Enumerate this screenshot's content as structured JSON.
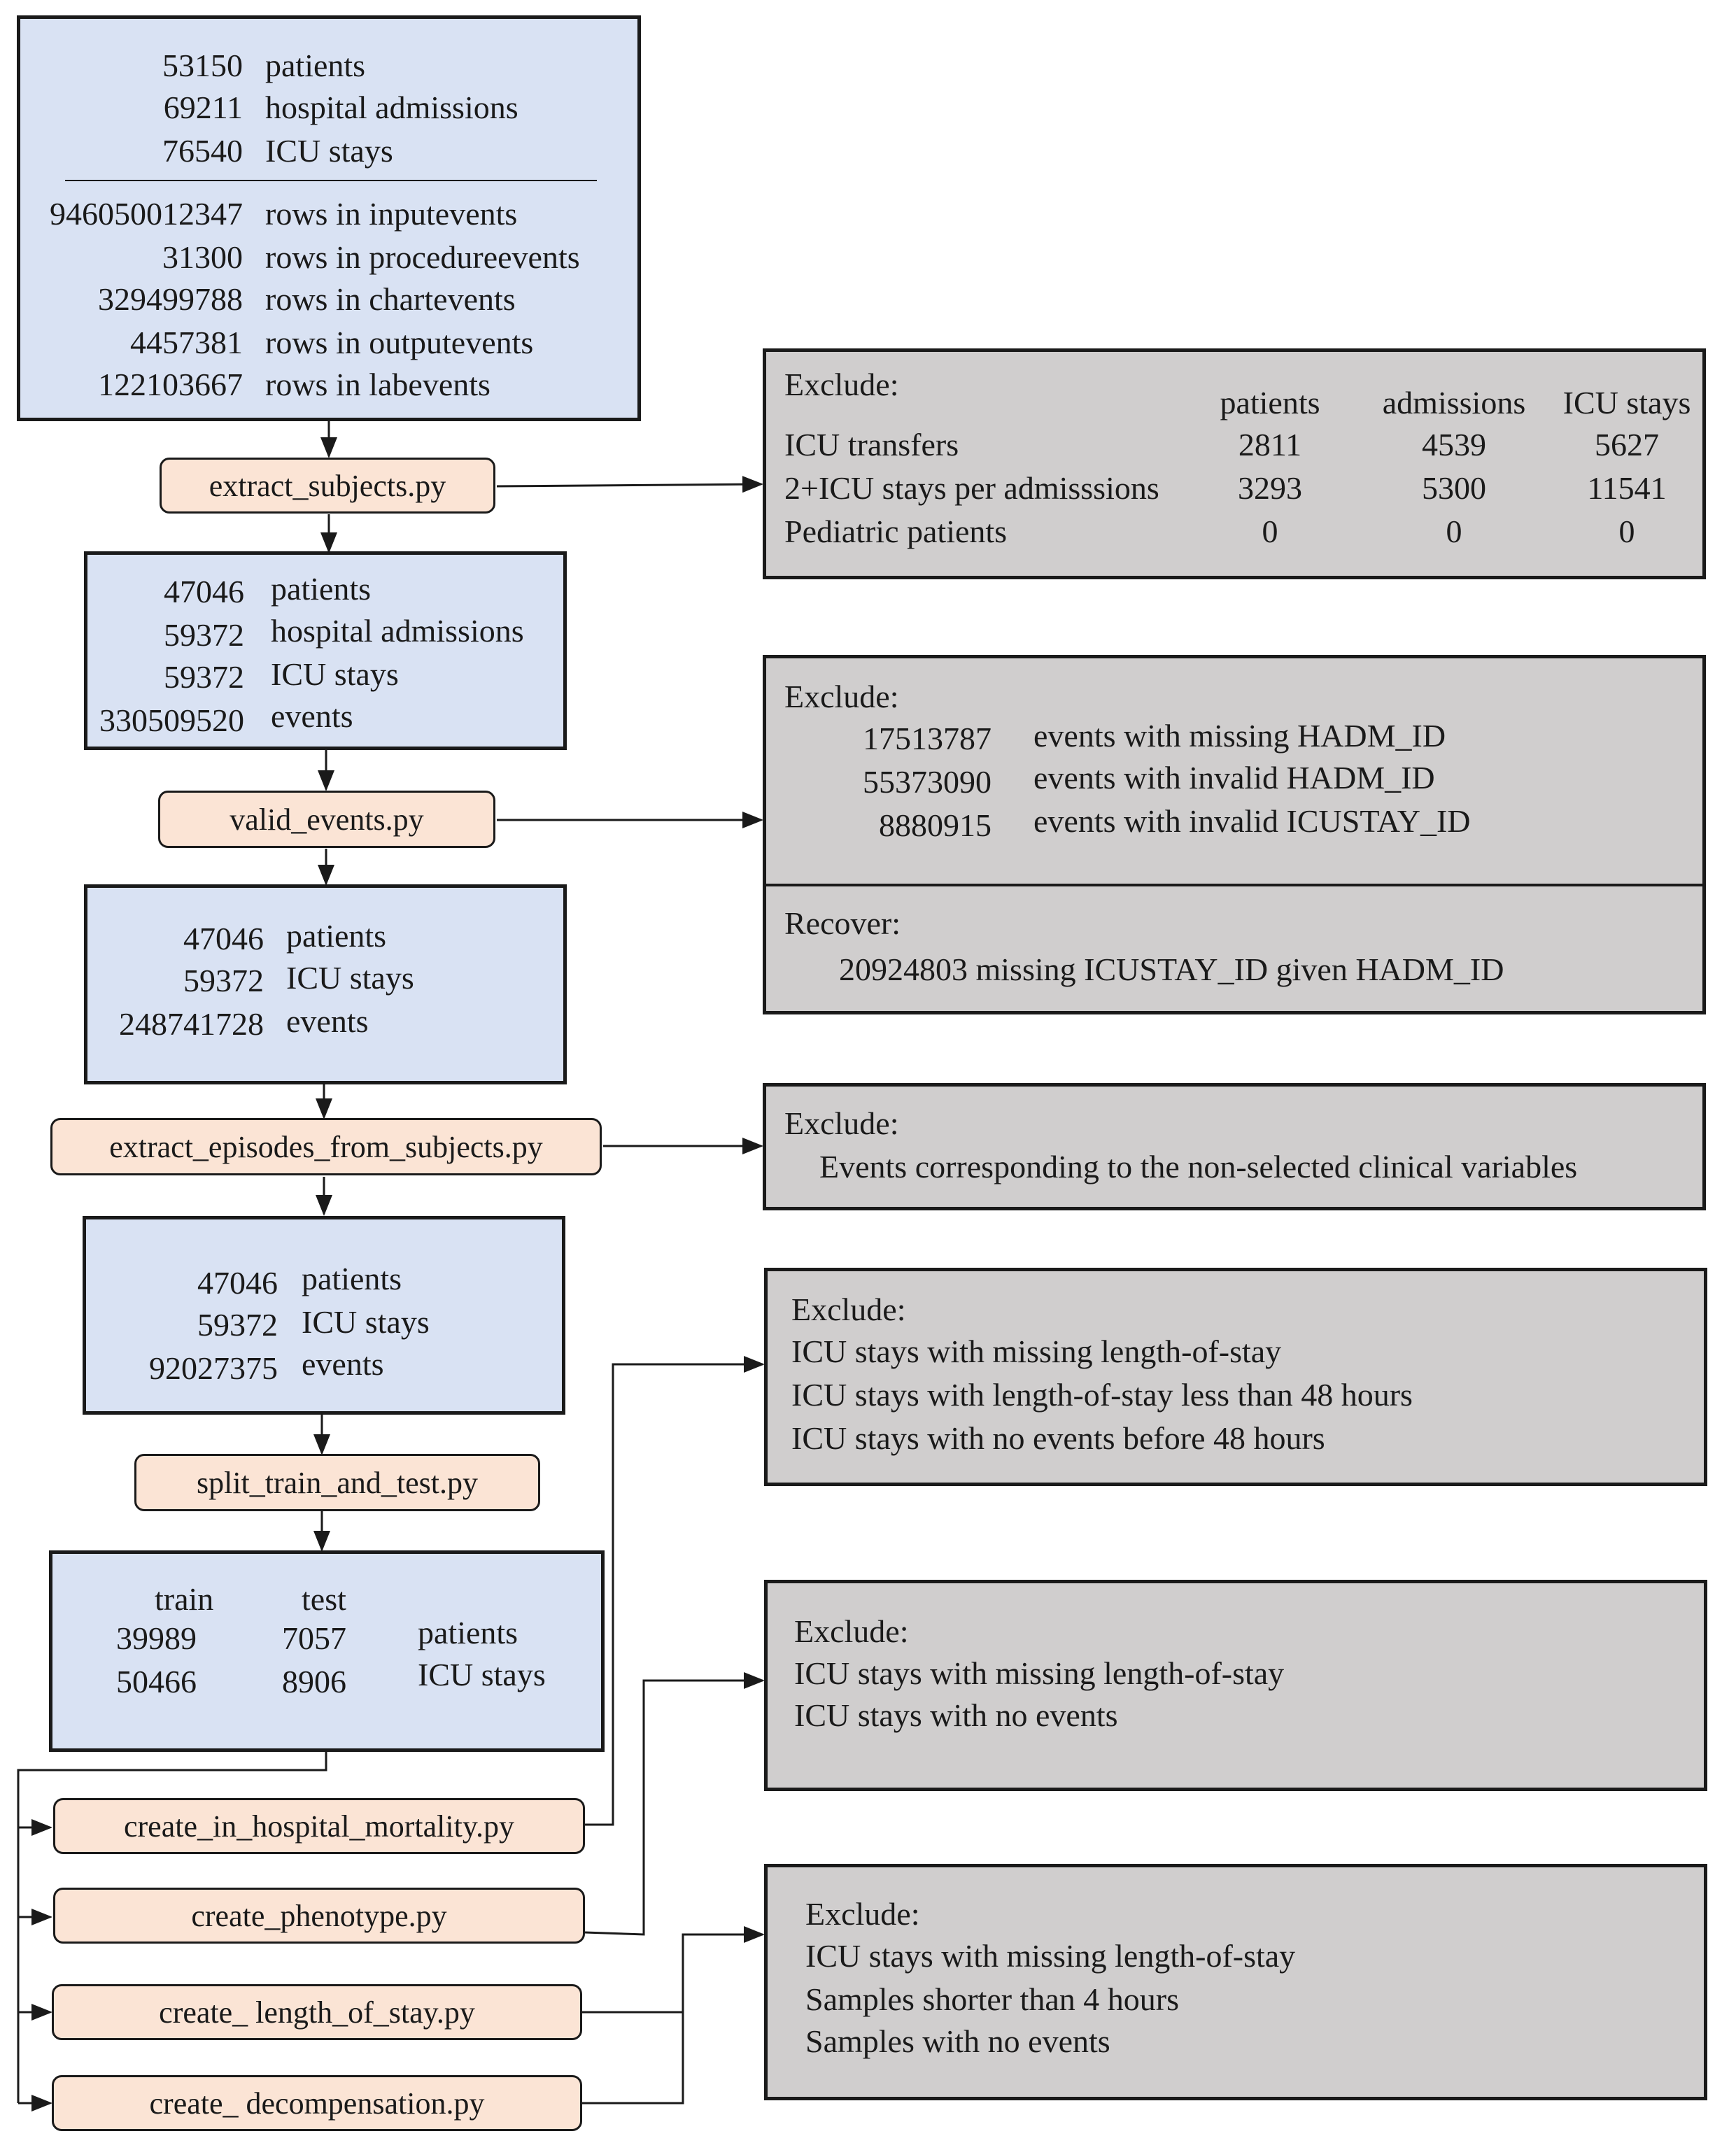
{
  "box1": {
    "rows_top": [
      {
        "value": "53150",
        "label": "patients"
      },
      {
        "value": "69211",
        "label": "hospital admissions"
      },
      {
        "value": "76540",
        "label": "ICU stays"
      }
    ],
    "rows_bottom": [
      {
        "value": "946050012347",
        "label": "rows in inputevents"
      },
      {
        "value": "31300",
        "label": "rows in procedureevents"
      },
      {
        "value": "329499788",
        "label": "rows in chartevents"
      },
      {
        "value": "4457381",
        "label": "rows in outputevents"
      },
      {
        "value": "122103667",
        "label": "rows in labevents"
      }
    ]
  },
  "scripts": {
    "extract_subjects": "extract_subjects.py",
    "valid_events": "valid_events.py",
    "extract_episodes": "extract_episodes_from_subjects.py",
    "split": "split_train_and_test.py",
    "mortality": "create_in_hospital_mortality.py",
    "phenotype": "create_phenotype.py",
    "length_of_stay": "create_ length_of_stay.py",
    "decompensation": "create_ decompensation.py"
  },
  "box2": [
    {
      "value": "47046",
      "label": "patients"
    },
    {
      "value": "59372",
      "label": "hospital admissions"
    },
    {
      "value": "59372",
      "label": "ICU stays"
    },
    {
      "value": "330509520",
      "label": "events"
    }
  ],
  "box3": [
    {
      "value": "47046",
      "label": "patients"
    },
    {
      "value": "59372",
      "label": "ICU stays"
    },
    {
      "value": "248741728",
      "label": "events"
    }
  ],
  "box4": [
    {
      "value": "47046",
      "label": "patients"
    },
    {
      "value": "59372",
      "label": "ICU stays"
    },
    {
      "value": "92027375",
      "label": "events"
    }
  ],
  "box5": {
    "train_header": "train",
    "test_header": "test",
    "rows": [
      {
        "train": "39989",
        "test": "7057",
        "label": "patients"
      },
      {
        "train": "50466",
        "test": "8906",
        "label": "ICU stays"
      }
    ]
  },
  "exclude1": {
    "heading": "Exclude:",
    "columns": [
      "patients",
      "admissions",
      "ICU stays"
    ],
    "rows": [
      {
        "label": "ICU transfers",
        "values": [
          "2811",
          "4539",
          "5627"
        ]
      },
      {
        "label": "2+ICU stays per admisssions",
        "values": [
          "3293",
          "5300",
          "11541"
        ]
      },
      {
        "label": "Pediatric patients",
        "values": [
          "0",
          "0",
          "0"
        ]
      }
    ]
  },
  "exclude2": {
    "heading": "Exclude:",
    "rows": [
      {
        "value": "17513787",
        "label": "events with missing HADM_ID"
      },
      {
        "value": "55373090",
        "label": "events with invalid HADM_ID"
      },
      {
        "value": "8880915",
        "label": "events with invalid ICUSTAY_ID"
      }
    ],
    "recover_heading": "Recover:",
    "recover_text": "20924803 missing ICUSTAY_ID given HADM_ID"
  },
  "exclude3": {
    "heading": "Exclude:",
    "lines": [
      "Events corresponding to the non-selected clinical variables"
    ]
  },
  "exclude4": {
    "heading": "Exclude:",
    "lines": [
      "ICU stays with missing length-of-stay",
      "ICU stays with length-of-stay less than 48 hours",
      "ICU stays with no events before 48 hours"
    ]
  },
  "exclude5": {
    "heading": "Exclude:",
    "lines": [
      "ICU stays with missing length-of-stay",
      "ICU stays with no events"
    ]
  },
  "exclude6": {
    "heading": "Exclude:",
    "lines": [
      "ICU stays with missing length-of-stay",
      "Samples shorter than 4 hours",
      "Samples with no events"
    ]
  }
}
